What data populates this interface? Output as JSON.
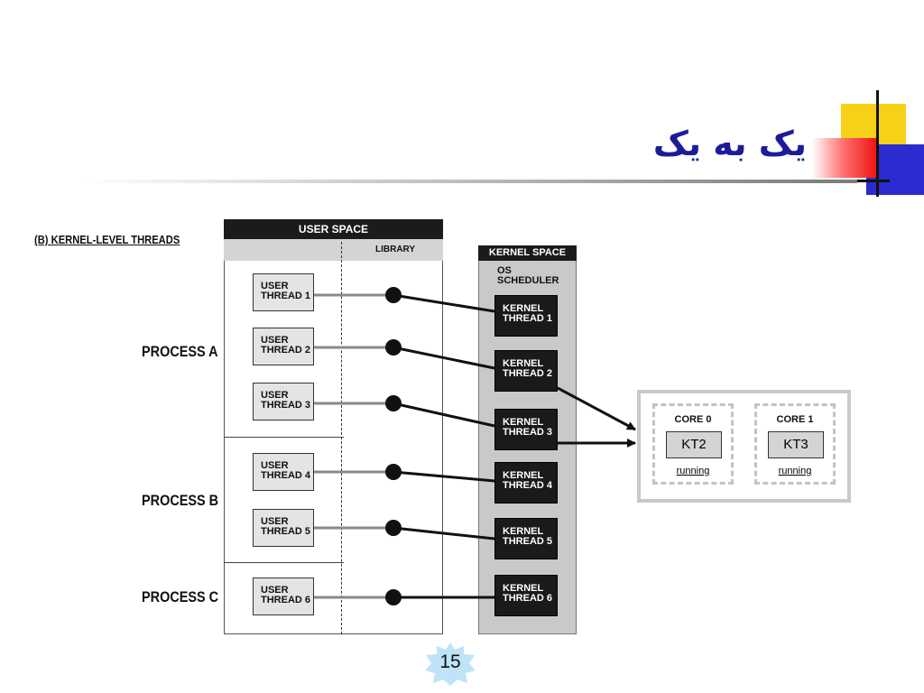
{
  "title": "یک به یک",
  "page_number": "15",
  "diagram": {
    "heading": "(B) KERNEL-LEVEL THREADS",
    "user_space_label": "USER SPACE",
    "library_label": "LIBRARY",
    "kernel_space_label": "KERNEL SPACE",
    "scheduler_label": [
      "OS",
      "SCHEDULER"
    ],
    "processes": [
      "PROCESS A",
      "PROCESS B",
      "PROCESS C"
    ],
    "user_threads": [
      [
        "USER",
        "THREAD 1"
      ],
      [
        "USER",
        "THREAD 2"
      ],
      [
        "USER",
        "THREAD 3"
      ],
      [
        "USER",
        "THREAD 4"
      ],
      [
        "USER",
        "THREAD 5"
      ],
      [
        "USER",
        "THREAD 6"
      ]
    ],
    "kernel_threads": [
      [
        "KERNEL",
        "THREAD 1"
      ],
      [
        "KERNEL",
        "THREAD 2"
      ],
      [
        "KERNEL",
        "THREAD 3"
      ],
      [
        "KERNEL",
        "THREAD 4"
      ],
      [
        "KERNEL",
        "THREAD 5"
      ],
      [
        "KERNEL",
        "THREAD 6"
      ]
    ],
    "cores": [
      {
        "label": "CORE 0",
        "task": "KT2",
        "status": "running"
      },
      {
        "label": "CORE 1",
        "task": "KT3",
        "status": "running"
      }
    ]
  },
  "colors": {
    "title": "#1c1c99",
    "dark_fill": "#1b1b1b",
    "kernel_panel": "#c9c9c9",
    "user_thread_fill": "#e4e4e4",
    "page_badge": "#bfe3f7"
  }
}
